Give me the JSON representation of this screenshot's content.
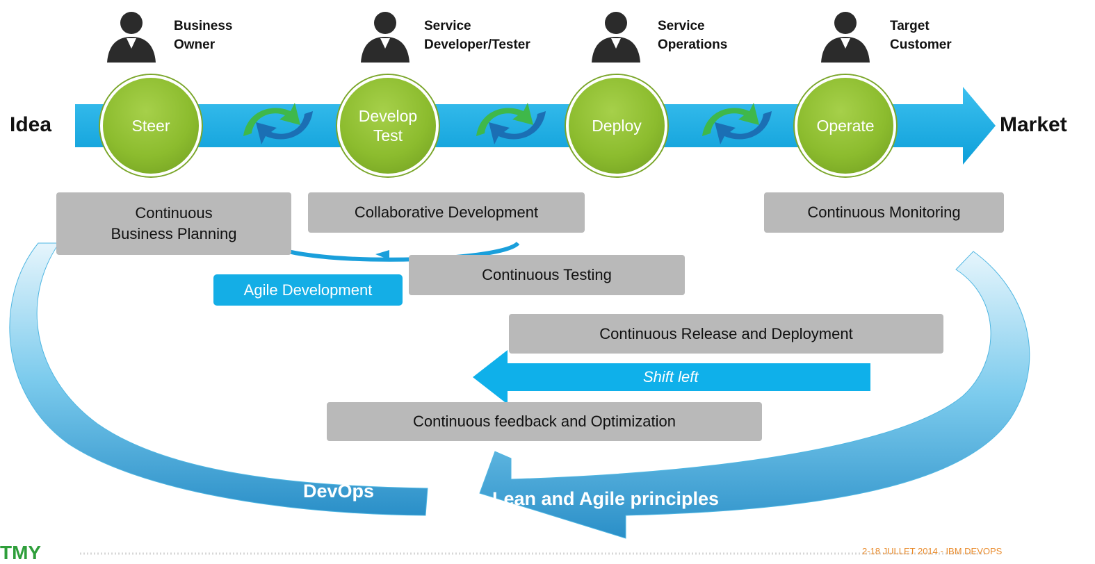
{
  "roles": [
    {
      "line1": "Business",
      "line2": "Owner"
    },
    {
      "line1": "Service",
      "line2": "Developer/Tester"
    },
    {
      "line1": "Service",
      "line2": "Operations"
    },
    {
      "line1": "Target",
      "line2": "Customer"
    }
  ],
  "stages": [
    "Steer",
    "Develop\nTest",
    "Deploy",
    "Operate"
  ],
  "pipeline": {
    "start": "Idea",
    "end": "Market"
  },
  "practices": {
    "business_planning": "Continuous\nBusiness Planning",
    "collaborative_development": "Collaborative Development",
    "monitoring": "Continuous Monitoring",
    "testing": "Continuous Testing",
    "agile_development": "Agile Development",
    "release_deployment": "Continuous Release and Deployment",
    "shift_left": "Shift left",
    "feedback": "Continuous feedback and Optimization"
  },
  "loop": {
    "left_label": "DevOps",
    "right_label": "Lean and Agile principles"
  },
  "footer": {
    "logo": "TMY",
    "note": "2-18 JULLET 2014 - IBM DEVOPS"
  },
  "colors": {
    "stage_green": "#8cbc2e",
    "pipeline_blue": "#1fb1e8",
    "box_gray": "#b9b9b9"
  }
}
